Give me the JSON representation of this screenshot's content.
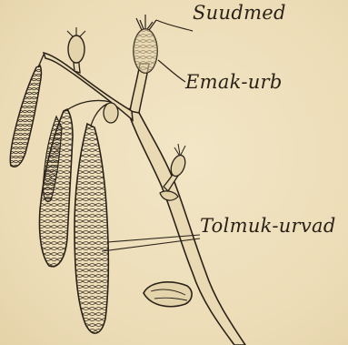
{
  "labels": [
    {
      "id": "label-0",
      "text": "Suudmed"
    },
    {
      "id": "label-1",
      "text": "Emak-urb"
    },
    {
      "id": "label-2",
      "text": "Tolmuk-urvad"
    }
  ],
  "colors": {
    "paper": "#efe2c0",
    "ink": "#2a2218"
  }
}
